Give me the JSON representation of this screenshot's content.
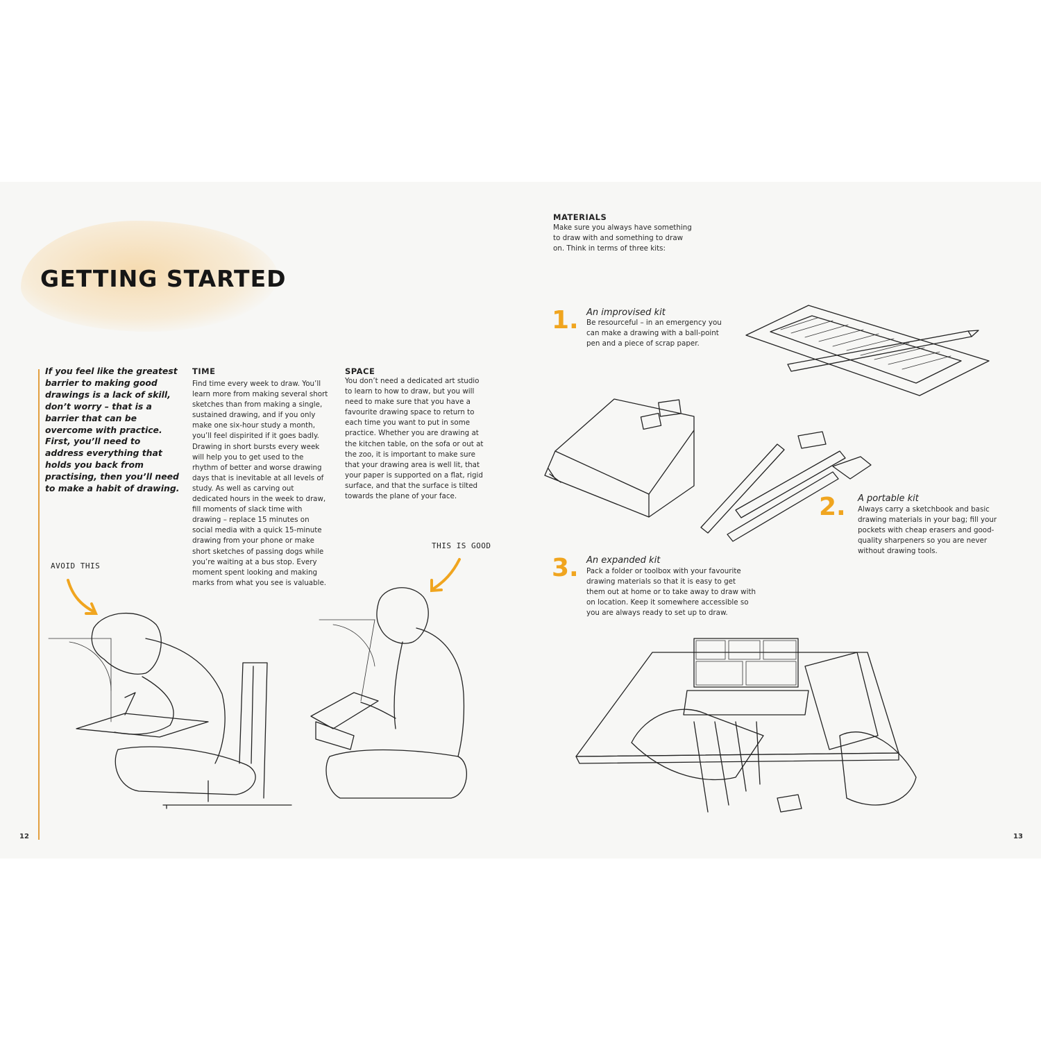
{
  "title": "GETTING STARTED",
  "intro": "If you feel like the greatest barrier to making good drawings is a lack of skill, don’t worry – that is a barrier that can be overcome with practice. First, you’ll need to address everything that holds you back from practising, then you’ll need to make a habit of drawing.",
  "time": {
    "heading": "TIME",
    "body": "Find time every week to draw. You’ll learn more from making several short sketches than from making a single, sustained drawing, and if you only make one six-hour study a month, you’ll feel dispirited if it goes badly. Drawing in short bursts every week will help you to get used to the rhythm of better and worse drawing days that is inevitable at all levels of study. As well as carving out dedicated hours in the week to draw, fill moments of slack time with drawing – replace 15 minutes on social media with a quick 15-minute drawing from your phone or make short sketches of passing dogs while you’re waiting at a bus stop. Every moment spent looking and making marks from what you see is valuable."
  },
  "space": {
    "heading": "SPACE",
    "body": "You don’t need a dedicated art studio to learn to how to draw, but you will need to make sure that you have a favourite drawing space to return to each time you want to put in some practice. Whether you are drawing at the kitchen table, on the sofa or out at the zoo, it is important to make sure that your drawing area is well lit, that your paper is supported on a flat, rigid surface, and that the surface is tilted towards the plane of your face."
  },
  "labels": {
    "avoid": "AVOID THIS",
    "good": "THIS IS GOOD"
  },
  "materials": {
    "heading": "MATERIALS",
    "intro": "Make sure you always have something to draw with and something to draw on. Think in terms of three kits:",
    "kits": [
      {
        "number": "1.",
        "title": "An improvised kit",
        "body": "Be resourceful – in an emergency you can make a drawing with a ball-point pen and a piece of scrap paper."
      },
      {
        "number": "2.",
        "title": "A portable kit",
        "body": "Always carry a sketchbook and basic drawing materials in your bag; fill your pockets with cheap erasers and good-quality sharpeners so you are never without drawing tools."
      },
      {
        "number": "3.",
        "title": "An expanded kit",
        "body": "Pack a folder or toolbox with your favourite drawing materials so that it is easy to get them out at home or to take away to draw with on location. Keep it somewhere accessible so you are always ready to set up to draw."
      }
    ]
  },
  "folios": {
    "left": "12",
    "right": "13"
  },
  "colors": {
    "accent": "#f0a51f",
    "paper": "#f7f7f5"
  }
}
